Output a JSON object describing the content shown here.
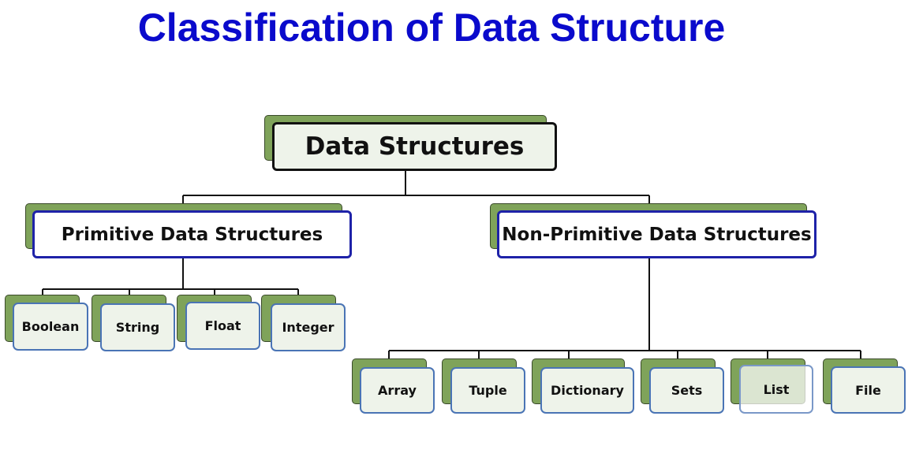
{
  "title": "Classification of Data Structure",
  "diagram": {
    "root": "Data Structures",
    "primitive": {
      "label": "Primitive Data Structures",
      "children": [
        "Boolean",
        "String",
        "Float",
        "Integer"
      ]
    },
    "non_primitive": {
      "label": "Non-Primitive Data Structures",
      "children": [
        "Array",
        "Tuple",
        "Dictionary",
        "Sets",
        "List",
        "File"
      ]
    }
  },
  "colors": {
    "title": "#0a0acc",
    "node_back": "#7fa35a",
    "root_border": "#111111",
    "mid_border": "#1e22a8",
    "leaf_border": "#4a74b5"
  }
}
